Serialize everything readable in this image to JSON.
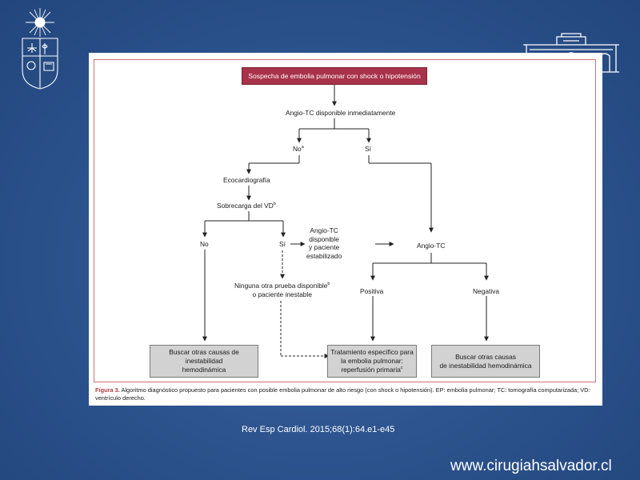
{
  "diagram": {
    "start": "Sospecha de embolia pulmonar con shock o hipotensión",
    "q1": "Angio-TC disponible inmediatamente",
    "no": "No",
    "no_sup": "a",
    "si": "Sí",
    "eco": "Ecocardiografía",
    "sobrecarga": "Sobrecarga del VD",
    "sobrecarga_sup": "b",
    "no2": "No",
    "si2": "Sí",
    "ninguna_line1": "Ninguna otra prueba disponible",
    "ninguna_sup": "b",
    "ninguna_line2": "o paciente inestable",
    "angio_disp_1": "Angio-TC",
    "angio_disp_2": "disponible",
    "angio_disp_3": "y paciente",
    "angio_disp_4": "estabilizado",
    "angio_tc": "Angio-TC",
    "positiva": "Positiva",
    "negativa": "Negativa",
    "box_left_1": "Buscar otras causas de inestabilidad",
    "box_left_2": "hemodinámica",
    "box_mid_1": "Tratamiento específico para",
    "box_mid_2": "la embolia pulmonar:",
    "box_mid_3": "reperfusión primaria",
    "box_mid_sup": "c",
    "box_right_1": "Buscar otras causas",
    "box_right_2": "de inestabilidad hemodinámica"
  },
  "caption": {
    "label": "Figura 3.",
    "text": "Algoritmo diagnóstico propuesto para pacientes con posible embolia pulmonar de alto riesgo (con shock o hipotensión). EP: embolia pulmonar; TC: tomografía computarizada; VD: ventrículo derecho."
  },
  "reference": "Rev Esp Cardiol. 2015;68(1):64.e1-e45",
  "website": "www.cirugiahsalvador.cl",
  "colors": {
    "background": "#2e5590",
    "header_box": "#a8324a",
    "frame": "#c9736f",
    "result_box": "#d2d2d2"
  }
}
